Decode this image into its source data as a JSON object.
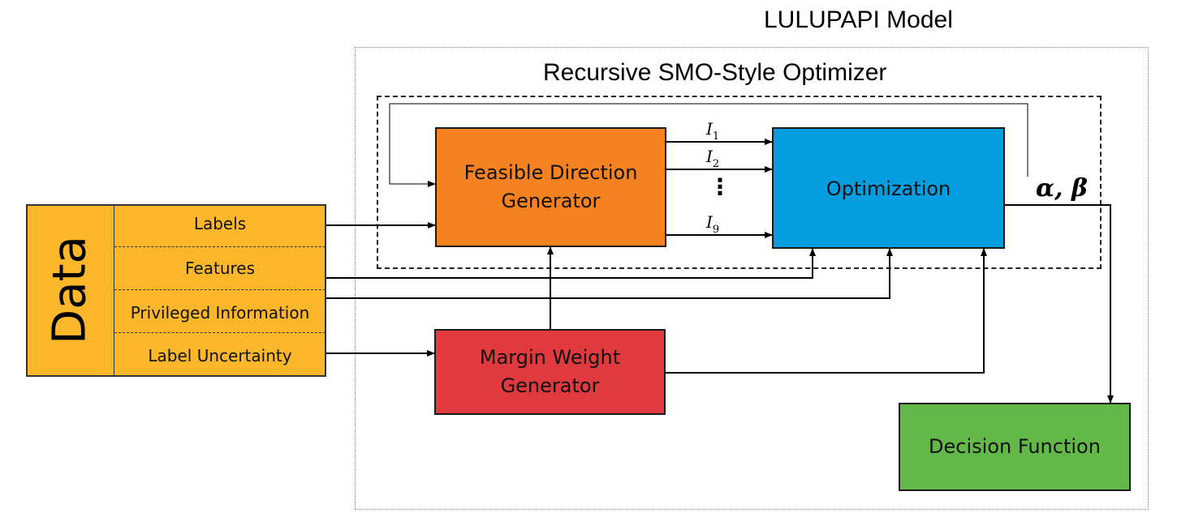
{
  "title": "LULUPAPI Model",
  "inner_title": "Recursive SMO-Style Optimizer",
  "data_block": {
    "label": "Data",
    "rows": [
      "Labels",
      "Features",
      "Privileged Information",
      "Label Uncertainty"
    ],
    "color": "#fbb62a"
  },
  "boxes": {
    "feasible": {
      "line1": "Feasible Direction",
      "line2": "Generator",
      "color": "#f58220"
    },
    "optimization": {
      "label": "Optimization",
      "color": "#039de0"
    },
    "margin": {
      "line1": "Margin Weight",
      "line2": "Generator",
      "color": "#e0393e"
    },
    "decision": {
      "label": "Decision Function",
      "color": "#63b947"
    }
  },
  "indices": {
    "i1": "I",
    "i1_sub": "1",
    "i2": "I",
    "i2_sub": "2",
    "dots": "⋮",
    "i9": "I",
    "i9_sub": "9"
  },
  "output_label": "α, β"
}
